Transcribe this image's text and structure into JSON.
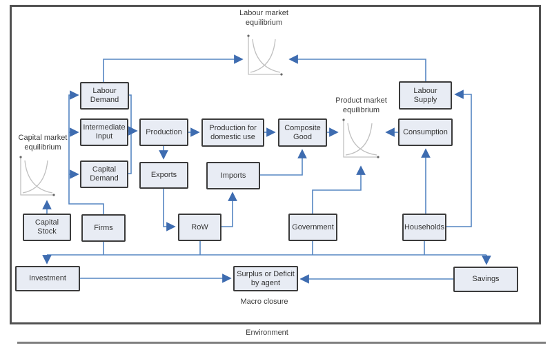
{
  "figure": {
    "nodes": {
      "labour_demand": "Labour Demand",
      "intermediate_input": "Intermediate Input",
      "capital_demand": "Capital Demand",
      "production": "Production",
      "production_domestic": "Production for domestic use",
      "composite_good": "Composite Good",
      "labour_supply": "Labour Supply",
      "consumption": "Consumption",
      "exports": "Exports",
      "imports": "Imports",
      "row": "RoW",
      "government": "Government",
      "households": "Households",
      "capital_stock": "Capital Stock",
      "firms": "Firms",
      "investment": "Investment",
      "surplus_deficit": "Surplus or Deficit by agent",
      "savings": "Savings"
    },
    "captions": {
      "labour_market": "Labour market equilibrium",
      "capital_market": "Capital market equilibrium",
      "product_market": "Product market equilibrium",
      "macro_closure": "Macro closure",
      "environment": "Environment"
    },
    "colors": {
      "box_fill": "#e8ecf4",
      "box_border": "#3b3b3b",
      "connector_blue": "#5585c2",
      "arrowhead_blue": "#3e6cb0",
      "curve_gray": "#c6c6c6",
      "frame_gray": "#515151",
      "environment_line_gray": "#7f7f7f"
    }
  }
}
